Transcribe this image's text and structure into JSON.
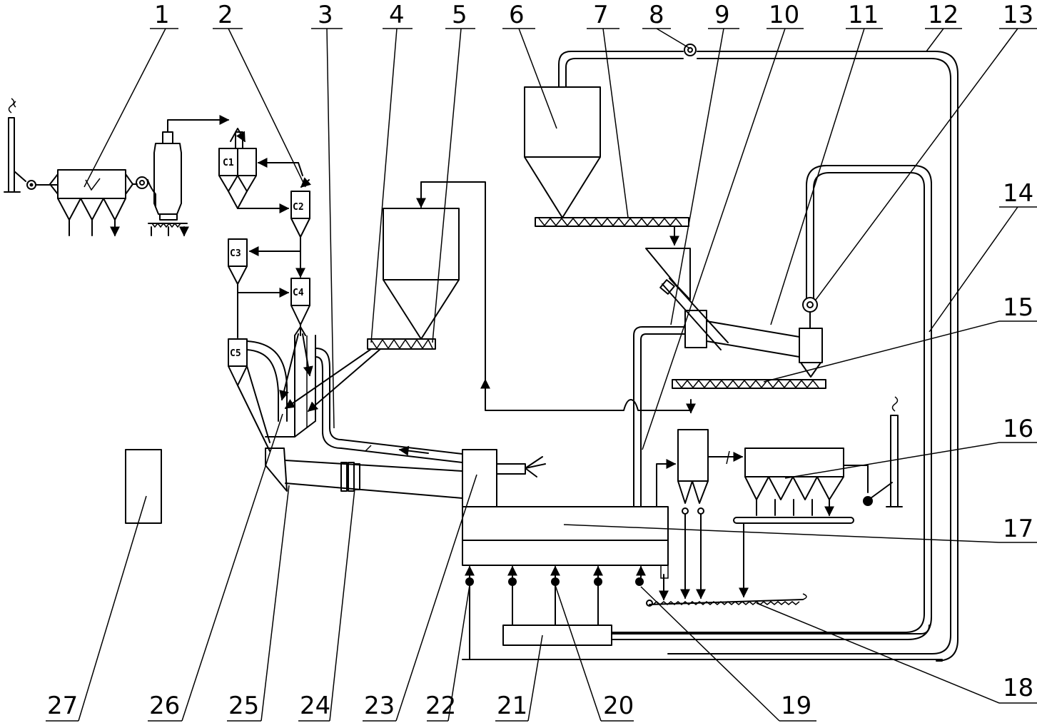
{
  "labels_top": [
    "1",
    "2",
    "3",
    "4",
    "5",
    "6",
    "7",
    "8",
    "9",
    "10",
    "11",
    "12",
    "13"
  ],
  "labels_right": [
    "14",
    "15",
    "16",
    "17",
    "18"
  ],
  "labels_bottom": [
    "27",
    "26",
    "25",
    "24",
    "23",
    "22",
    "21",
    "20",
    "19"
  ],
  "cyclones": [
    "C1",
    "C2",
    "C3",
    "C4",
    "C5"
  ]
}
